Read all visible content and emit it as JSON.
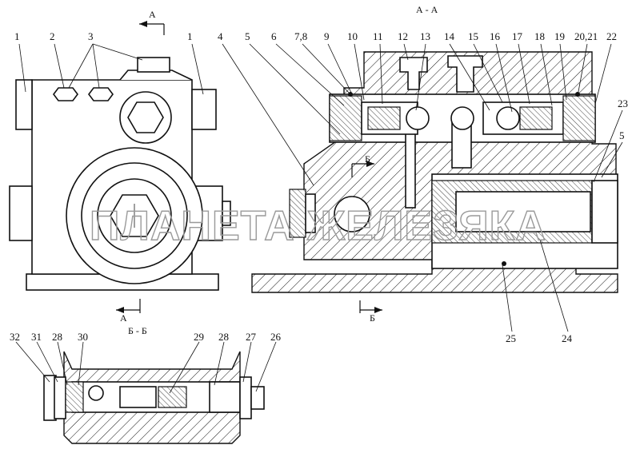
{
  "section_marks": {
    "aa_title": "А - А",
    "bb_title": "Б - Б",
    "a_top": "А",
    "a_bottom": "А",
    "b_right": "Б",
    "b_bottom": "Б"
  },
  "watermark": "ПЛАНЕТА ЖЕЛЕЗЯКА",
  "callouts": {
    "left_view": [
      "1",
      "2",
      "3",
      "1"
    ],
    "section_aa_top": [
      "4",
      "5",
      "6",
      "7,8",
      "9",
      "10",
      "11",
      "12",
      "13",
      "14",
      "15",
      "16",
      "17",
      "18",
      "19",
      "20,21",
      "22"
    ],
    "section_aa_right": [
      "23",
      "5"
    ],
    "section_aa_bottom": [
      "25",
      "24"
    ],
    "section_bb": [
      "32",
      "31",
      "28",
      "30",
      "29",
      "28",
      "27",
      "26"
    ]
  },
  "colors": {
    "line": "#111111",
    "watermark": "#9a9a9a",
    "background": "#ffffff"
  }
}
